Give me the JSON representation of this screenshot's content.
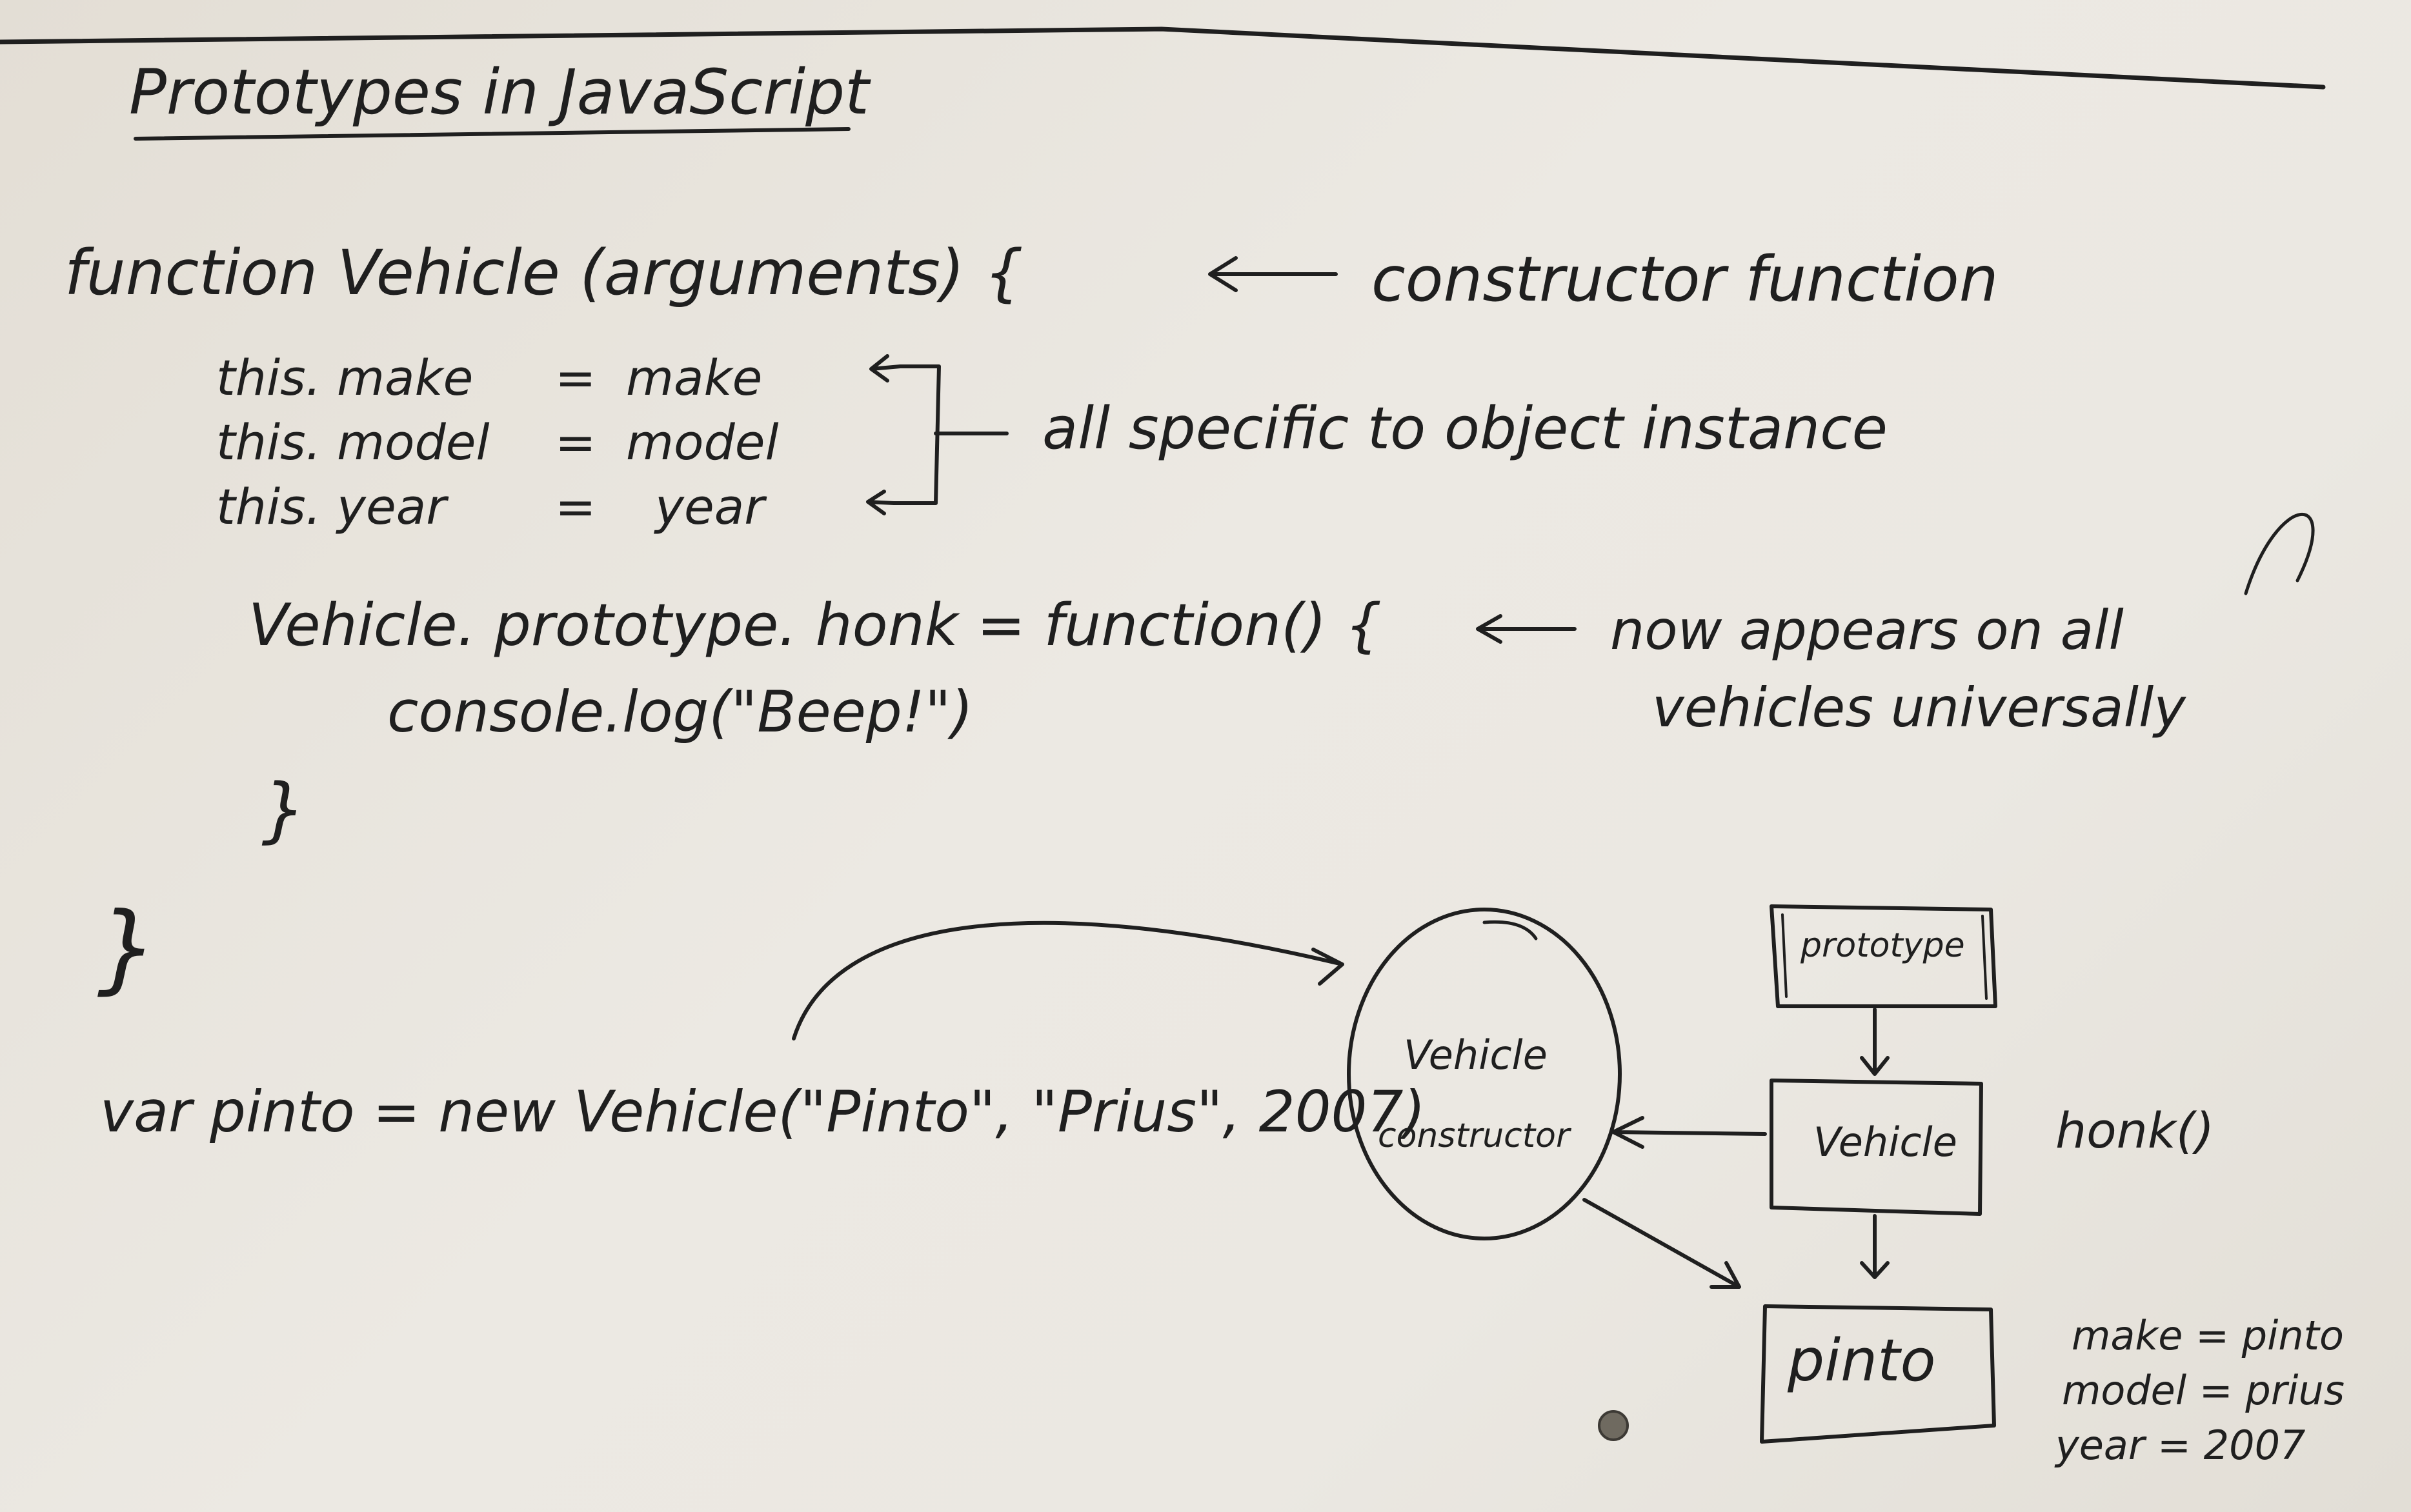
{
  "title": "Prototypes in JavaScript",
  "code": {
    "constructor_line": "function Vehicle (arguments) {",
    "body_lines": [
      {
        "left": "this. make",
        "eq": "=",
        "right": "make"
      },
      {
        "left": "this. model",
        "eq": "=",
        "right": "model"
      },
      {
        "left": "this. year",
        "eq": "=",
        "right": "year"
      }
    ],
    "proto_line": "Vehicle. prototype. honk = function() {",
    "console_line": "console.log(\"Beep!\")",
    "inner_close": "}",
    "outer_close": "}",
    "instantiation": "var pinto = new Vehicle(\"Pinto\", \"Prius\", 2007)"
  },
  "annotations": {
    "constructor_note": "constructor function",
    "instance_note": "all specific to object instance",
    "proto_note_line1": "now appears on all",
    "proto_note_line2": "vehicles universally"
  },
  "diagram": {
    "circle_line1": "Vehicle",
    "circle_line2": "constructor",
    "prototype_box": "prototype",
    "vehicle_box": "Vehicle",
    "honk_label": "honk()",
    "pinto_box": "pinto",
    "props": [
      "make = pinto",
      "model = prius",
      "year = 2007"
    ]
  }
}
